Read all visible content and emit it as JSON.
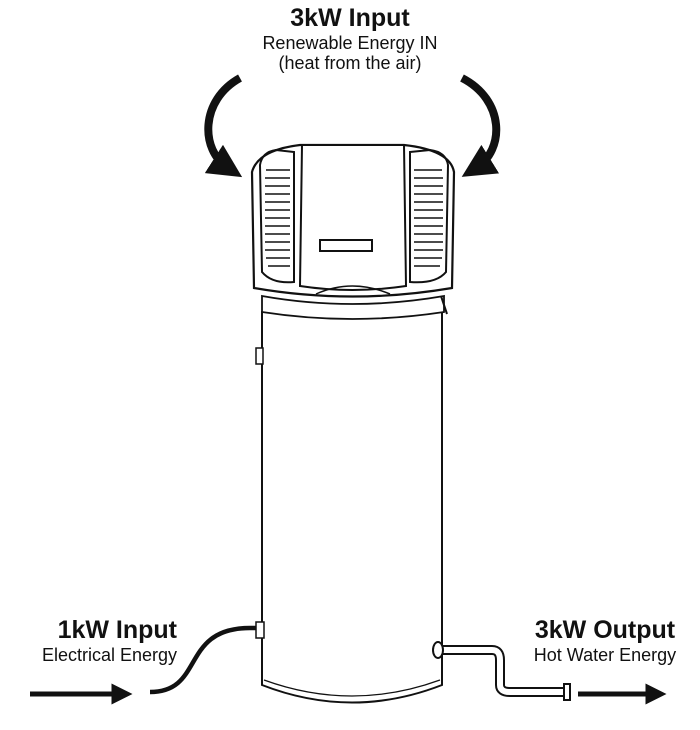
{
  "top": {
    "title": "3kW Input",
    "line1": "Renewable Energy IN",
    "line2": "(heat from the air)"
  },
  "left": {
    "title": "1kW Input",
    "subtitle": "Electrical Energy"
  },
  "right": {
    "title": "3kW Output",
    "subtitle": "Hot Water Energy"
  },
  "colors": {
    "line": "#111111",
    "background": "#ffffff"
  }
}
